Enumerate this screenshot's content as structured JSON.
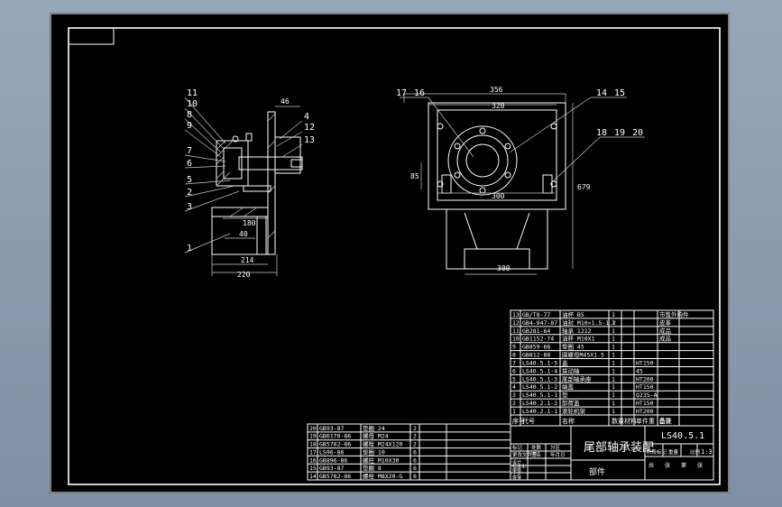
{
  "drawing": {
    "title": "尾部轴承装配",
    "code": "LS40.5.1",
    "scale": "1:3",
    "part_label": "部件"
  },
  "dims_left": [
    "46",
    "180",
    "40",
    "214",
    "220"
  ],
  "dims_right": [
    "356",
    "320",
    "85",
    "300",
    "300",
    "679"
  ],
  "callouts_left": [
    "11",
    "10",
    "8",
    "9",
    "7",
    "6",
    "5",
    "2",
    "3",
    "1",
    "4",
    "12",
    "13"
  ],
  "callouts_right": [
    "17",
    "16",
    "14",
    "15",
    "18",
    "19",
    "20"
  ],
  "bom_main": [
    [
      "13",
      "GB/T8-77",
      "油杯 B5",
      "1",
      "",
      "",
      "市售外购件"
    ],
    [
      "12",
      "GB4-947-87",
      "油封 M10×1.5-1.2",
      "1",
      "",
      "",
      "皮革"
    ],
    [
      "11",
      "GB281-64",
      "轴承 1212",
      "1",
      "",
      "",
      "成品"
    ],
    [
      "10",
      "GB1152-74",
      "油杯 M10X1",
      "1",
      "",
      "",
      "成品"
    ],
    [
      "9",
      "GB859-66",
      "垫圈 45",
      "1",
      "",
      "",
      ""
    ],
    [
      "8",
      "GB812-88",
      "圆螺母M45X1.5",
      "1",
      "",
      "",
      ""
    ],
    [
      "7",
      "LS40.5.1-5",
      "盖",
      "1",
      "",
      "HT150",
      ""
    ],
    [
      "6",
      "LS40.5.1-4",
      "拨动轴",
      "1",
      "",
      "45",
      ""
    ],
    [
      "5",
      "LS40.5.1-3",
      "尾部轴承座",
      "1",
      "",
      "HT200",
      ""
    ],
    [
      "4",
      "LS40.5.1-2",
      "端盖",
      "1",
      "",
      "HT150",
      ""
    ],
    [
      "3",
      "LS40.5.1-1",
      "垫",
      "1",
      "",
      "Q235-A",
      ""
    ],
    [
      "2",
      "LS40.2.1-2",
      "卸荷盖",
      "1",
      "",
      "HT150",
      ""
    ],
    [
      "1",
      "LS40.2.1-1",
      "滚轮机架",
      "1",
      "",
      "HT200",
      ""
    ]
  ],
  "bom_header": [
    "序号",
    "代号",
    "名称",
    "数量",
    "材料",
    "单件重 总重",
    "备注"
  ],
  "bom_lower": [
    [
      "20",
      "GB93-87",
      "垫圈 24",
      "2"
    ],
    [
      "19",
      "GB6170-86",
      "螺母 M24",
      "2"
    ],
    [
      "18",
      "GB5782-86",
      "螺栓 M24X120",
      "2"
    ],
    [
      "17",
      "LS96-86",
      "垫圈 10",
      "6"
    ],
    [
      "16",
      "GB896-86",
      "螺柱 M10X30",
      "6"
    ],
    [
      "15",
      "GB93-87",
      "垫圈 8",
      "6"
    ],
    [
      "14",
      "GB5782-86",
      "螺栓 M8X20-G",
      "6"
    ]
  ],
  "title_block": {
    "row_labels": [
      "标记",
      "处数",
      "分区",
      "更改文件号",
      "签名",
      "年月日"
    ],
    "sub_labels": [
      "设计",
      "标准化",
      "审核",
      "工艺",
      "批准"
    ],
    "stage_labels": [
      "阶段标记",
      "重量",
      "比例"
    ],
    "sheet_labels": [
      "共",
      "张",
      "第",
      "张"
    ]
  }
}
